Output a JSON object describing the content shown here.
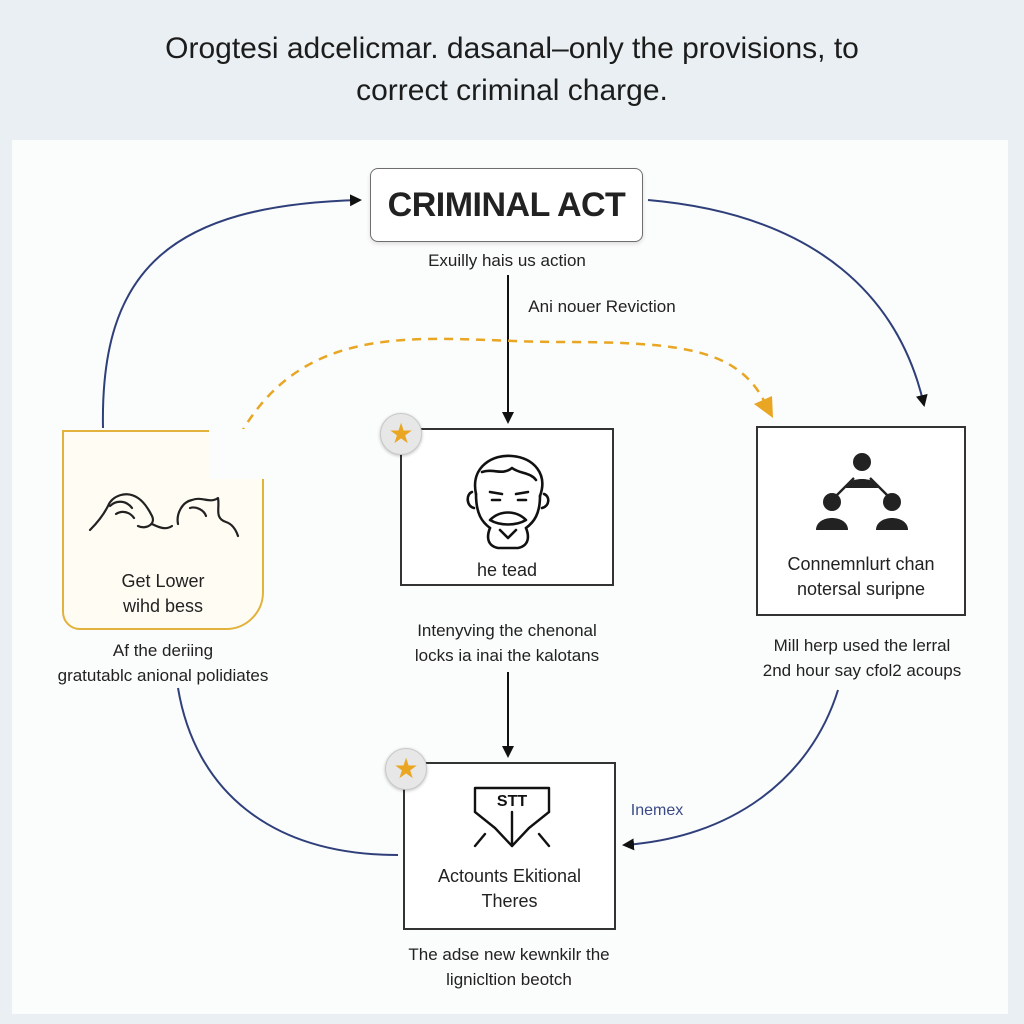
{
  "title": {
    "line1": "Orogtesi adcelicmar. dasanal–only the provisions, to",
    "line2": "correct criminal charge."
  },
  "nodes": {
    "criminal_act": {
      "label": "CRIMINAL ACT",
      "caption": "Exuilly hais us action"
    },
    "person": {
      "inner_label": "he tead",
      "caption_lines": [
        "Intenyving the chenonal",
        "locks ia inai the kalotans"
      ]
    },
    "group": {
      "inner_lines": [
        "Connemnlurt chan",
        "notersal suripne"
      ],
      "caption_lines": [
        "Mill herp used the lerral",
        "2nd hour say cfol2 acoups"
      ]
    },
    "document": {
      "inner_lines": [
        "Get Lower",
        "wihd bess"
      ],
      "caption_lines": [
        "Af the deriing",
        "gratutablc anional polidiates"
      ]
    },
    "law": {
      "icon_text": "STT",
      "inner_lines": [
        "Actounts Ekitional",
        "Theres"
      ],
      "caption_lines": [
        "The adse new kewnkilr the",
        "lignicltion beotch"
      ]
    }
  },
  "edge_labels": {
    "dashed": "Ani nouer Reviction",
    "return": "Inemex"
  },
  "colors": {
    "blue_arrow": "#2f3f7a",
    "dashed_arrow": "#e8a623",
    "doc_border": "#e3b23c",
    "star": "#eaa522"
  },
  "icons": {
    "person": "person-face-icon",
    "group": "group-network-icon",
    "document": "hands-icon",
    "law": "legal-document-icon",
    "star": "star-icon"
  }
}
